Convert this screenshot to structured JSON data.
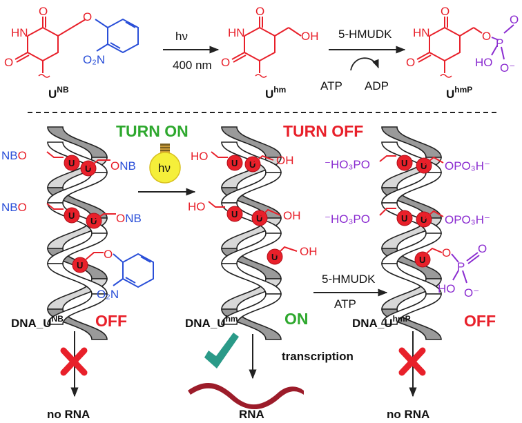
{
  "colors": {
    "uracil": "#e8202a",
    "nitrobenzyl": "#2a4fd8",
    "phosphate": "#8a2bd0",
    "on_green": "#2ea82e",
    "off_red": "#e8202a",
    "checkmark": "#2a9a88",
    "cross": "#e8202a",
    "rna": "#9c1c2a",
    "bulb": "#f5ef3a"
  },
  "top_scheme": {
    "compound_1": {
      "label_main": "U",
      "label_sup": "NB",
      "NH": "HN",
      "O": "O",
      "no2": "O₂N"
    },
    "arrow_1": {
      "above": "hν",
      "below": "400 nm"
    },
    "compound_2": {
      "label_main": "U",
      "label_sup": "hm",
      "NH": "HN",
      "O": "O",
      "oh": "OH"
    },
    "arrow_2": {
      "above": "5-HMUDK",
      "left": "ATP",
      "right": "ADP"
    },
    "compound_3": {
      "label_main": "U",
      "label_sup": "hmP",
      "NH": "HN",
      "O": "O",
      "P": "P",
      "HO": "HO",
      "Ominus": "O⁻"
    }
  },
  "bottom_scheme": {
    "turn_on": "TURN ON",
    "turn_off": "TURN OFF",
    "bulb_label": "hν",
    "u_letter": "U",
    "helix1": {
      "nb": "NB",
      "o": "O",
      "o2n": "O₂N",
      "label": "DNA_U",
      "label_sup": "NB",
      "state": "OFF",
      "result": "no RNA"
    },
    "helix2": {
      "ho": "HO",
      "oh": "OH",
      "label": "DNA_U",
      "label_sup": "hm",
      "state": "ON",
      "result": "RNA",
      "transcription": "transcription"
    },
    "helix3": {
      "left_group": "⁻HO₃PO",
      "right_group": "OPO₃H⁻",
      "label": "DNA_U",
      "label_sup": "hmP",
      "state": "OFF",
      "result": "no RNA"
    },
    "arrow_3": {
      "above": "5-HMUDK",
      "below": "ATP"
    }
  }
}
